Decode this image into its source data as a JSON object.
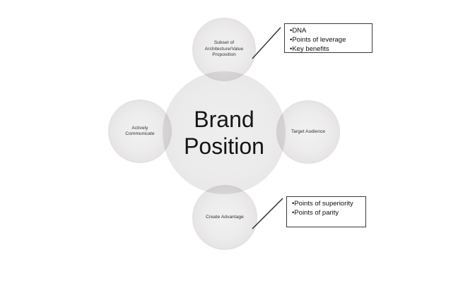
{
  "diagram": {
    "center_circle": {
      "label": "Brand\nPosition"
    },
    "nodes": {
      "top": {
        "label": "Subset of\nArchitecture/Value\nProposition"
      },
      "left": {
        "label": "Actively\nCommunicate"
      },
      "right": {
        "label": "Target Audience"
      },
      "bottom": {
        "label": "Create Advantage"
      }
    },
    "callouts": {
      "top": {
        "items": [
          "•DNA",
          "•Points of leverage",
          "•Key benefits"
        ]
      },
      "bottom": {
        "items": [
          "•Points of superiority",
          "•Points of parity"
        ]
      }
    },
    "colors": {
      "center_ring": "#8e403e",
      "satellite_edge": "#353333",
      "fill": "#ecebeb",
      "background": "#ffffff"
    }
  }
}
